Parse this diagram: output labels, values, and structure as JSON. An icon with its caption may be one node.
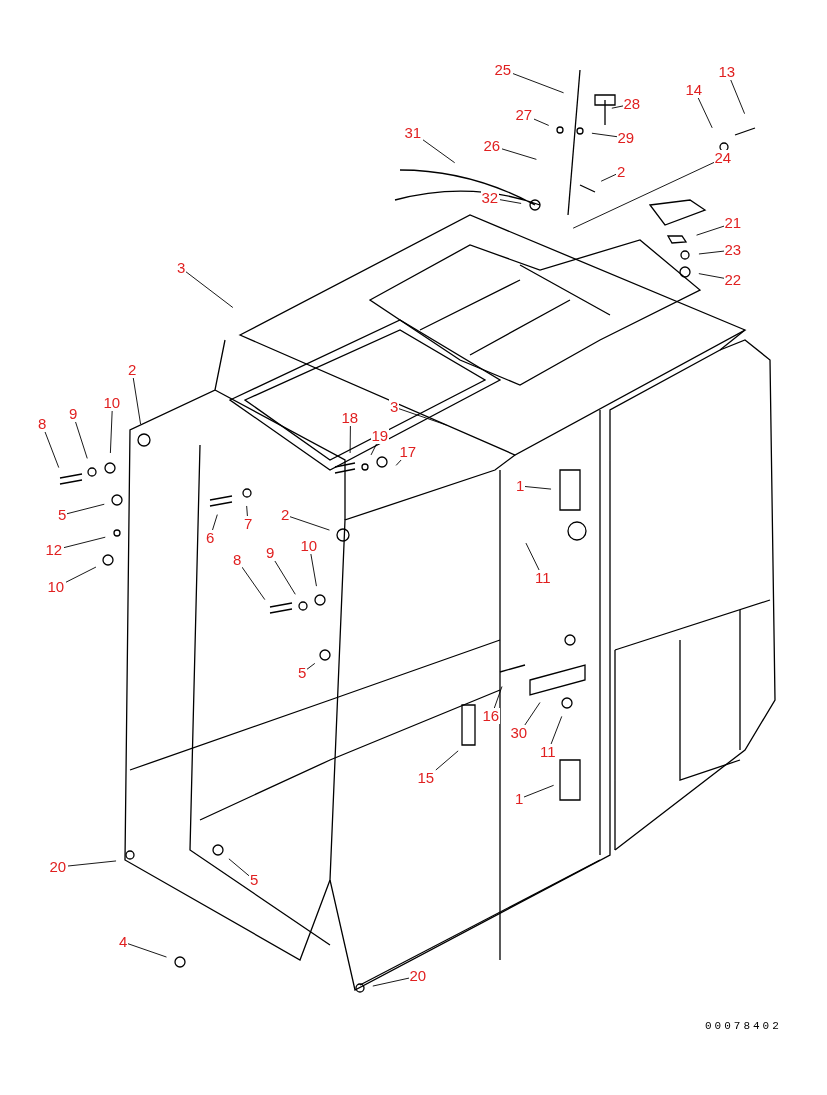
{
  "diagram": {
    "nodes": [
      {
        "text": [
          "25"
        ]
      },
      {
        "text": [
          "13"
        ]
      },
      {
        "text": [
          "28"
        ]
      },
      {
        "text": [
          "14"
        ]
      },
      {
        "text": [
          "27"
        ]
      },
      {
        "text": [
          "29"
        ]
      },
      {
        "text": [
          "31"
        ]
      },
      {
        "text": [
          "26"
        ]
      },
      {
        "text": [
          "24"
        ]
      },
      {
        "text": [
          "2"
        ]
      },
      {
        "text": [
          "32"
        ]
      },
      {
        "text": [
          "21"
        ]
      },
      {
        "text": [
          "23"
        ]
      },
      {
        "text": [
          "22"
        ]
      },
      {
        "text": [
          "3"
        ]
      },
      {
        "text": [
          "2"
        ]
      },
      {
        "text": [
          "8"
        ]
      },
      {
        "text": [
          "9"
        ]
      },
      {
        "text": [
          "10"
        ]
      },
      {
        "text": [
          "18"
        ]
      },
      {
        "text": [
          "3"
        ]
      },
      {
        "text": [
          "19"
        ]
      },
      {
        "text": [
          "17"
        ]
      },
      {
        "text": [
          "1"
        ]
      },
      {
        "text": [
          "5"
        ]
      },
      {
        "text": [
          "6"
        ]
      },
      {
        "text": [
          "7"
        ]
      },
      {
        "text": [
          "2"
        ]
      },
      {
        "text": [
          "12"
        ]
      },
      {
        "text": [
          "10"
        ]
      },
      {
        "text": [
          "10"
        ]
      },
      {
        "text": [
          "11"
        ]
      },
      {
        "text": [
          "8"
        ]
      },
      {
        "text": [
          "9"
        ]
      },
      {
        "text": [
          "5"
        ]
      },
      {
        "text": [
          "16"
        ]
      },
      {
        "text": [
          "30"
        ]
      },
      {
        "text": [
          "15"
        ]
      },
      {
        "text": [
          "11"
        ]
      },
      {
        "text": [
          "1"
        ]
      },
      {
        "text": [
          "20"
        ]
      },
      {
        "text": [
          "5"
        ]
      },
      {
        "text": [
          "4"
        ]
      },
      {
        "text": [
          "20"
        ]
      }
    ],
    "edges": [
      {
        "from": 0,
        "to": null,
        "arrow": "none"
      },
      {
        "from": 1,
        "to": null,
        "arrow": "none"
      },
      {
        "from": 2,
        "to": null,
        "arrow": "none"
      },
      {
        "from": 3,
        "to": null,
        "arrow": "none"
      },
      {
        "from": 4,
        "to": null,
        "arrow": "none"
      },
      {
        "from": 5,
        "to": null,
        "arrow": "none"
      },
      {
        "from": 6,
        "to": null,
        "arrow": "none"
      },
      {
        "from": 7,
        "to": null,
        "arrow": "none"
      },
      {
        "from": 8,
        "to": null,
        "arrow": "none"
      },
      {
        "from": 9,
        "to": null,
        "arrow": "none"
      },
      {
        "from": 10,
        "to": null,
        "arrow": "none"
      },
      {
        "from": 11,
        "to": null,
        "arrow": "none"
      },
      {
        "from": 12,
        "to": null,
        "arrow": "none"
      },
      {
        "from": 13,
        "to": null,
        "arrow": "none"
      },
      {
        "from": 14,
        "to": null,
        "arrow": "none"
      },
      {
        "from": 15,
        "to": null,
        "arrow": "none"
      },
      {
        "from": 16,
        "to": null,
        "arrow": "none"
      },
      {
        "from": 17,
        "to": null,
        "arrow": "none"
      },
      {
        "from": 18,
        "to": null,
        "arrow": "none"
      },
      {
        "from": 19,
        "to": null,
        "arrow": "none"
      },
      {
        "from": 20,
        "to": null,
        "arrow": "none"
      },
      {
        "from": 21,
        "to": null,
        "arrow": "none"
      },
      {
        "from": 22,
        "to": null,
        "arrow": "none"
      },
      {
        "from": 23,
        "to": null,
        "arrow": "none"
      },
      {
        "from": 24,
        "to": null,
        "arrow": "none"
      },
      {
        "from": 25,
        "to": null,
        "arrow": "none"
      },
      {
        "from": 26,
        "to": null,
        "arrow": "none"
      },
      {
        "from": 27,
        "to": null,
        "arrow": "none"
      },
      {
        "from": 28,
        "to": null,
        "arrow": "none"
      },
      {
        "from": 29,
        "to": null,
        "arrow": "none"
      },
      {
        "from": 30,
        "to": null,
        "arrow": "none"
      },
      {
        "from": 31,
        "to": null,
        "arrow": "none"
      },
      {
        "from": 32,
        "to": null,
        "arrow": "none"
      },
      {
        "from": 33,
        "to": null,
        "arrow": "none"
      },
      {
        "from": 34,
        "to": null,
        "arrow": "none"
      },
      {
        "from": 35,
        "to": null,
        "arrow": "none"
      },
      {
        "from": 36,
        "to": null,
        "arrow": "none"
      },
      {
        "from": 37,
        "to": null,
        "arrow": "none"
      },
      {
        "from": 38,
        "to": null,
        "arrow": "none"
      },
      {
        "from": 39,
        "to": null,
        "arrow": "none"
      },
      {
        "from": 40,
        "to": null,
        "arrow": "none"
      },
      {
        "from": 41,
        "to": null,
        "arrow": "none"
      },
      {
        "from": 42,
        "to": null,
        "arrow": "none"
      },
      {
        "from": 43,
        "to": null,
        "arrow": "none"
      }
    ],
    "labels": [
      "00078402"
    ]
  }
}
